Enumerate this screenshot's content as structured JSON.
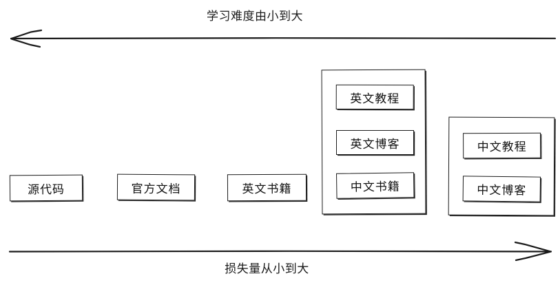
{
  "diagram": {
    "top_axis": {
      "label": "学习难度由小到大",
      "direction": "left",
      "arrow_icon": "arrow-left-icon"
    },
    "bottom_axis": {
      "label": "损失量从小到大",
      "direction": "right",
      "arrow_icon": "arrow-right-icon"
    },
    "nodes": [
      {
        "label": "源代码"
      },
      {
        "label": "官方文档"
      },
      {
        "label": "英文书籍"
      }
    ],
    "groups": [
      {
        "name": "group-english-mixed",
        "items": [
          {
            "label": "英文教程"
          },
          {
            "label": "英文博客"
          },
          {
            "label": "中文书籍"
          }
        ]
      },
      {
        "name": "group-chinese",
        "items": [
          {
            "label": "中文教程"
          },
          {
            "label": "中文博客"
          }
        ]
      }
    ],
    "colors": {
      "stroke": "#1a1a1a",
      "text": "#111111",
      "background": "#ffffff"
    }
  }
}
